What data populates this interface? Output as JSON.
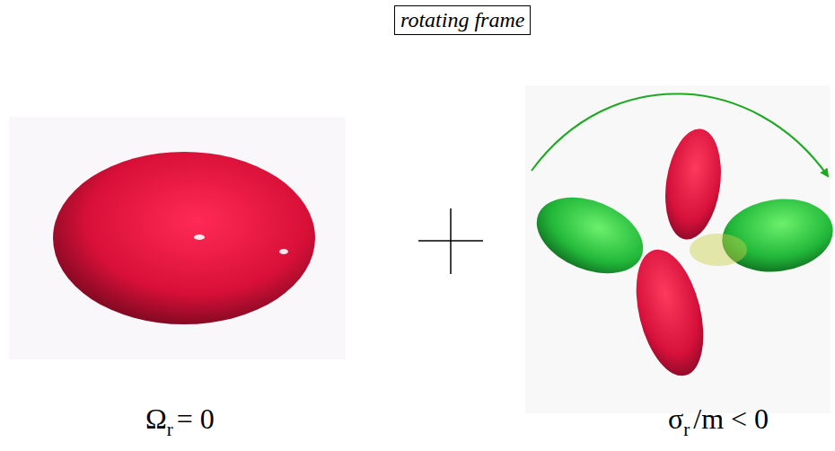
{
  "diagram": {
    "title": "rotating frame",
    "labels": [
      "Ω",
      "r",
      "= 0",
      "σ",
      "r",
      "/m < 0"
    ]
  }
}
